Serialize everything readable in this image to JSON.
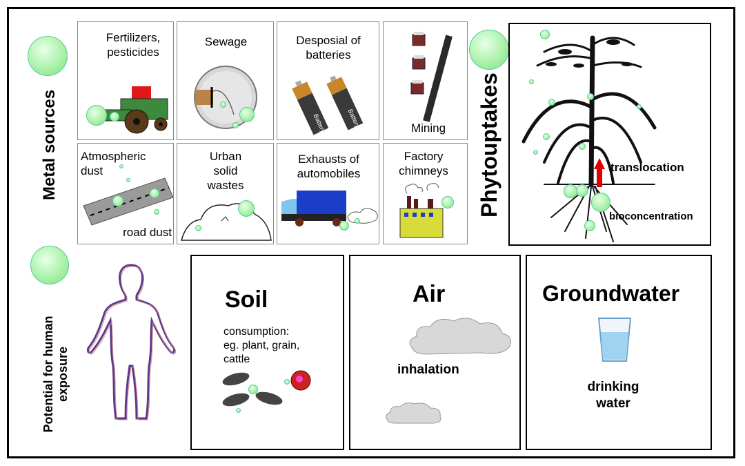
{
  "metal_sources": {
    "label": "Metal sources",
    "tiles": [
      {
        "label": "Fertilizers, pesticides"
      },
      {
        "label": "Sewage"
      },
      {
        "label": "Desposial of batteries"
      },
      {
        "label": "Mining"
      },
      {
        "label": "Atmospheric dust"
      },
      {
        "label": "Urban solid wastes"
      },
      {
        "label": "Exhausts of automobiles"
      },
      {
        "label": "Factory chimneys"
      }
    ],
    "road_dust_label": "road dust",
    "battery_text": "Battery"
  },
  "phytouptakes": {
    "label": "Phytouptakes",
    "translocation": "translocation",
    "bioconcentration": "bioconcentration"
  },
  "human_exposure": {
    "label_line1": "Potential for human",
    "label_line2": "exposure"
  },
  "routes": {
    "soil": {
      "title": "Soil",
      "text_line1": "consumption:",
      "text_line2": "eg. plant, grain,",
      "text_line3": "cattle"
    },
    "air": {
      "title": "Air",
      "text": "inhalation"
    },
    "groundwater": {
      "title": "Groundwater",
      "text_line1": "drinking",
      "text_line2": "water"
    }
  },
  "colors": {
    "particle": "#a8f0a8",
    "arrow": "#e00000",
    "tractor": "#3d8a3d",
    "truck": "#1a3ec8",
    "factory": "#d8dc3a"
  }
}
